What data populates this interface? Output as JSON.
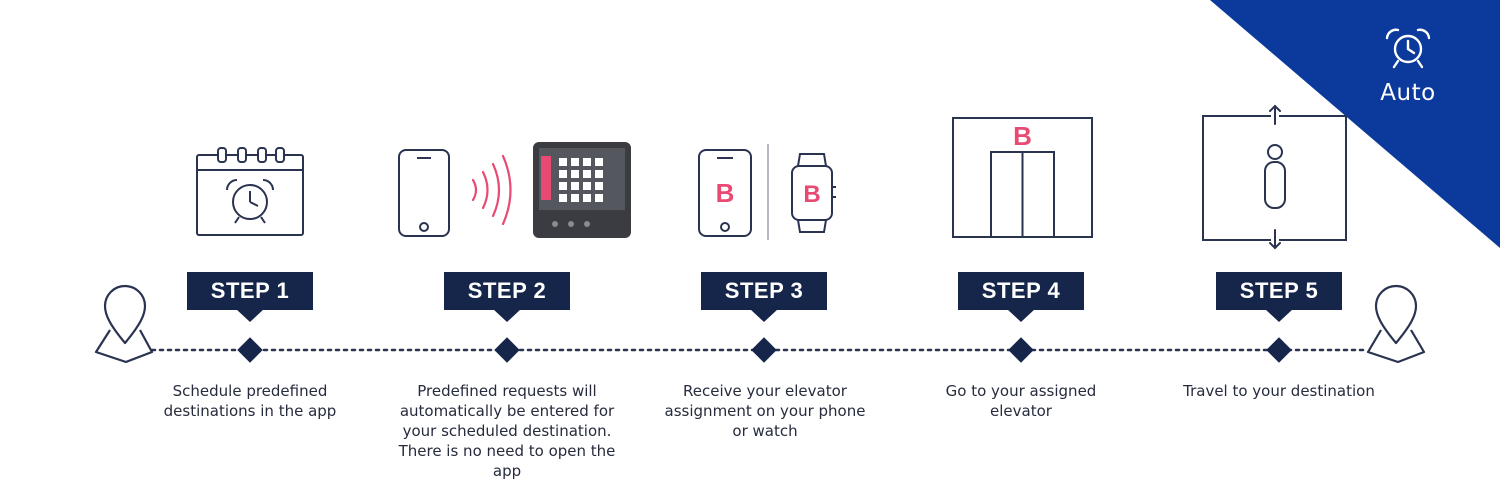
{
  "corner": {
    "label": "Auto",
    "icon": "alarm-clock-icon",
    "color": "#0b3a9c"
  },
  "colors": {
    "navy": "#16254a",
    "line": "#2a3350",
    "accent": "#e94a73",
    "corner_blue": "#0b3a9c"
  },
  "steps": [
    {
      "badge": "STEP 1",
      "icon": "calendar-alarm-icon",
      "description": "Schedule predefined destinations in the app"
    },
    {
      "badge": "STEP 2",
      "icon": "phone-to-panel-icon",
      "description": "Predefined requests will automatically be entered for your scheduled destination.  There is no need to open the app"
    },
    {
      "badge": "STEP 3",
      "icon": "phone-watch-icon",
      "icon_letter": "B",
      "description": "Receive your elevator assignment on your phone or watch"
    },
    {
      "badge": "STEP 4",
      "icon": "elevator-doors-icon",
      "icon_letter": "B",
      "description": "Go to your assigned elevator"
    },
    {
      "badge": "STEP 5",
      "icon": "elevator-person-icon",
      "description": "Travel to your destination"
    }
  ]
}
